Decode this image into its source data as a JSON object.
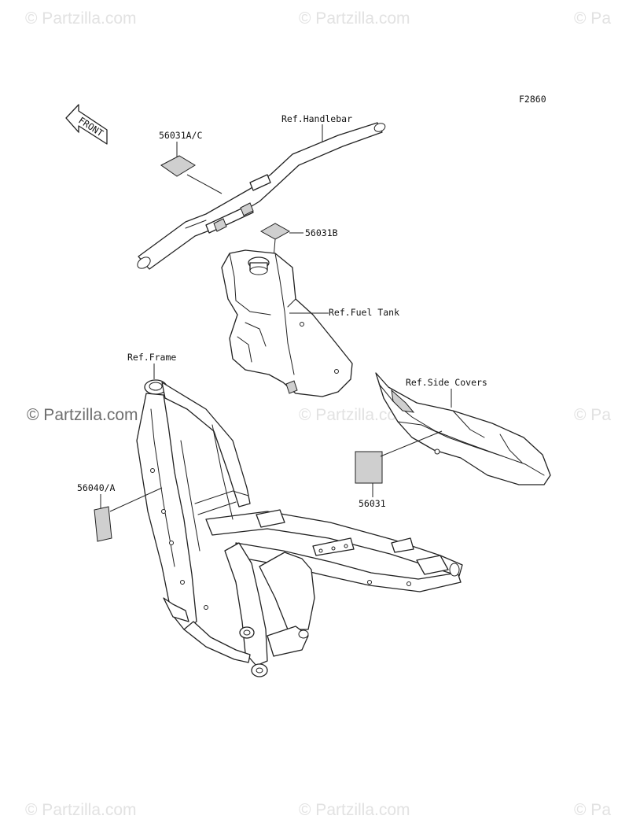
{
  "watermarks": {
    "text": "© Partzilla.com",
    "short_text": "© Pa"
  },
  "figure_code": "F2860",
  "front_marker": "FRONT",
  "callouts": {
    "handlebar_ref": "Ref.Handlebar",
    "decal_56031ac": "56031A/C",
    "decal_56031b": "56031B",
    "fuel_tank_ref": "Ref.Fuel Tank",
    "frame_ref": "Ref.Frame",
    "side_covers_ref": "Ref.Side Covers",
    "decal_56040a": "56040/A",
    "decal_56031": "56031"
  }
}
